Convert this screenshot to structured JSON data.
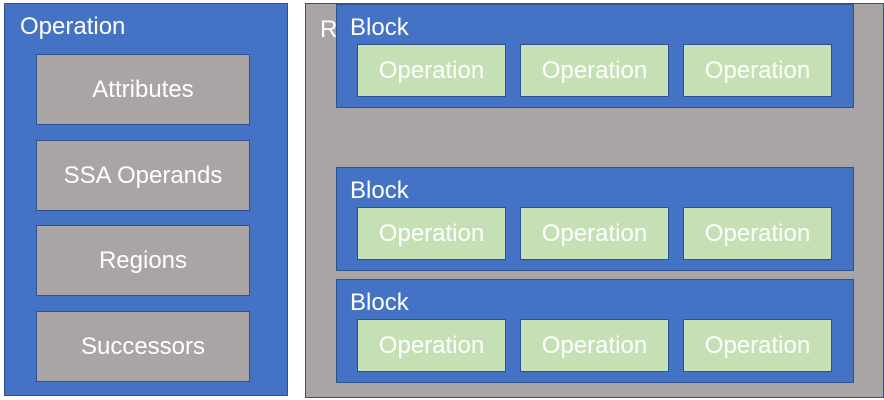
{
  "operation_panel": {
    "title": "Operation",
    "items": [
      "Attributes",
      "SSA Operands",
      "Regions",
      "Successors"
    ]
  },
  "regions_panel": {
    "title": "Regions",
    "blocks": [
      {
        "title": "Block",
        "operations": [
          "Operation",
          "Operation",
          "Operation"
        ]
      },
      {
        "title": "Block",
        "operations": [
          "Operation",
          "Operation",
          "Operation"
        ]
      },
      {
        "title": "Block",
        "operations": [
          "Operation",
          "Operation",
          "Operation"
        ]
      }
    ]
  },
  "colors": {
    "operation_panel_fill": "#4472c4",
    "item_fill": "#a9a5a4",
    "regions_panel_fill": "#a9a5a4",
    "block_fill": "#4472c4",
    "block_operation_fill": "#c5e0b4",
    "border": "#2f528f",
    "text": "#ffffff"
  }
}
